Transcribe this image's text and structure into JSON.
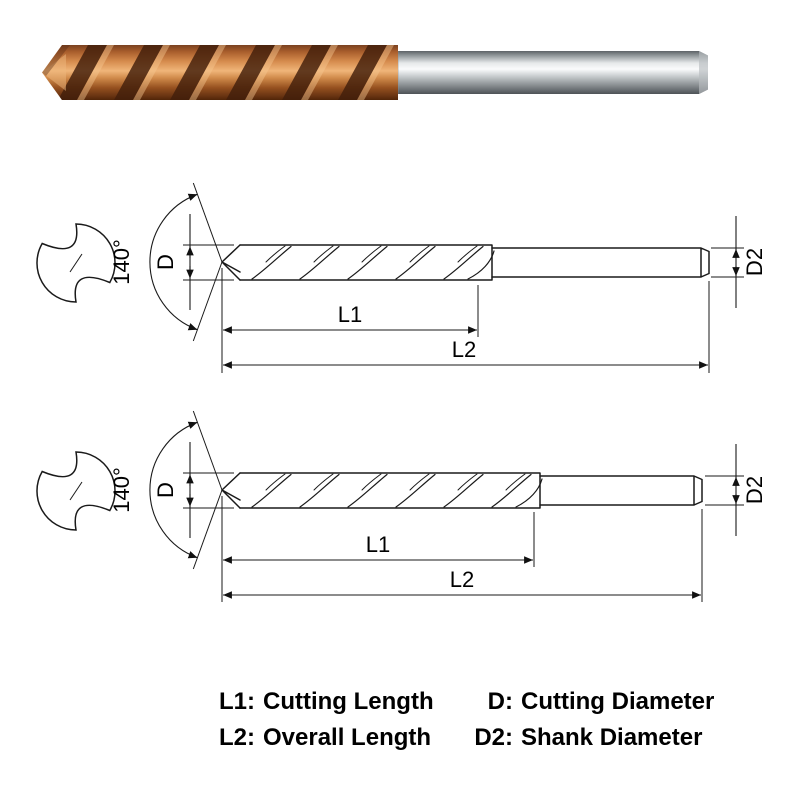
{
  "colors": {
    "page-bg": "#ffffff",
    "text": "#000000",
    "line": "#1a1a1a",
    "copper-flute": "#c9813f",
    "copper-dark": "#431f0c",
    "steel-shank": "#d3d7d9"
  },
  "photo": {
    "description": "coated carbide twist drill, copper colored flutes with steel shank"
  },
  "diagram": {
    "point_angle": "140°",
    "labels": {
      "d": "D",
      "d2": "D2",
      "l1": "L1",
      "l2": "L2"
    }
  },
  "legend": {
    "items": [
      {
        "key": "L1:",
        "label": "Cutting Length"
      },
      {
        "key": "D:",
        "label": "Cutting Diameter"
      },
      {
        "key": "L2:",
        "label": "Overall Length"
      },
      {
        "key": "D2:",
        "label": "Shank Diameter"
      }
    ]
  }
}
